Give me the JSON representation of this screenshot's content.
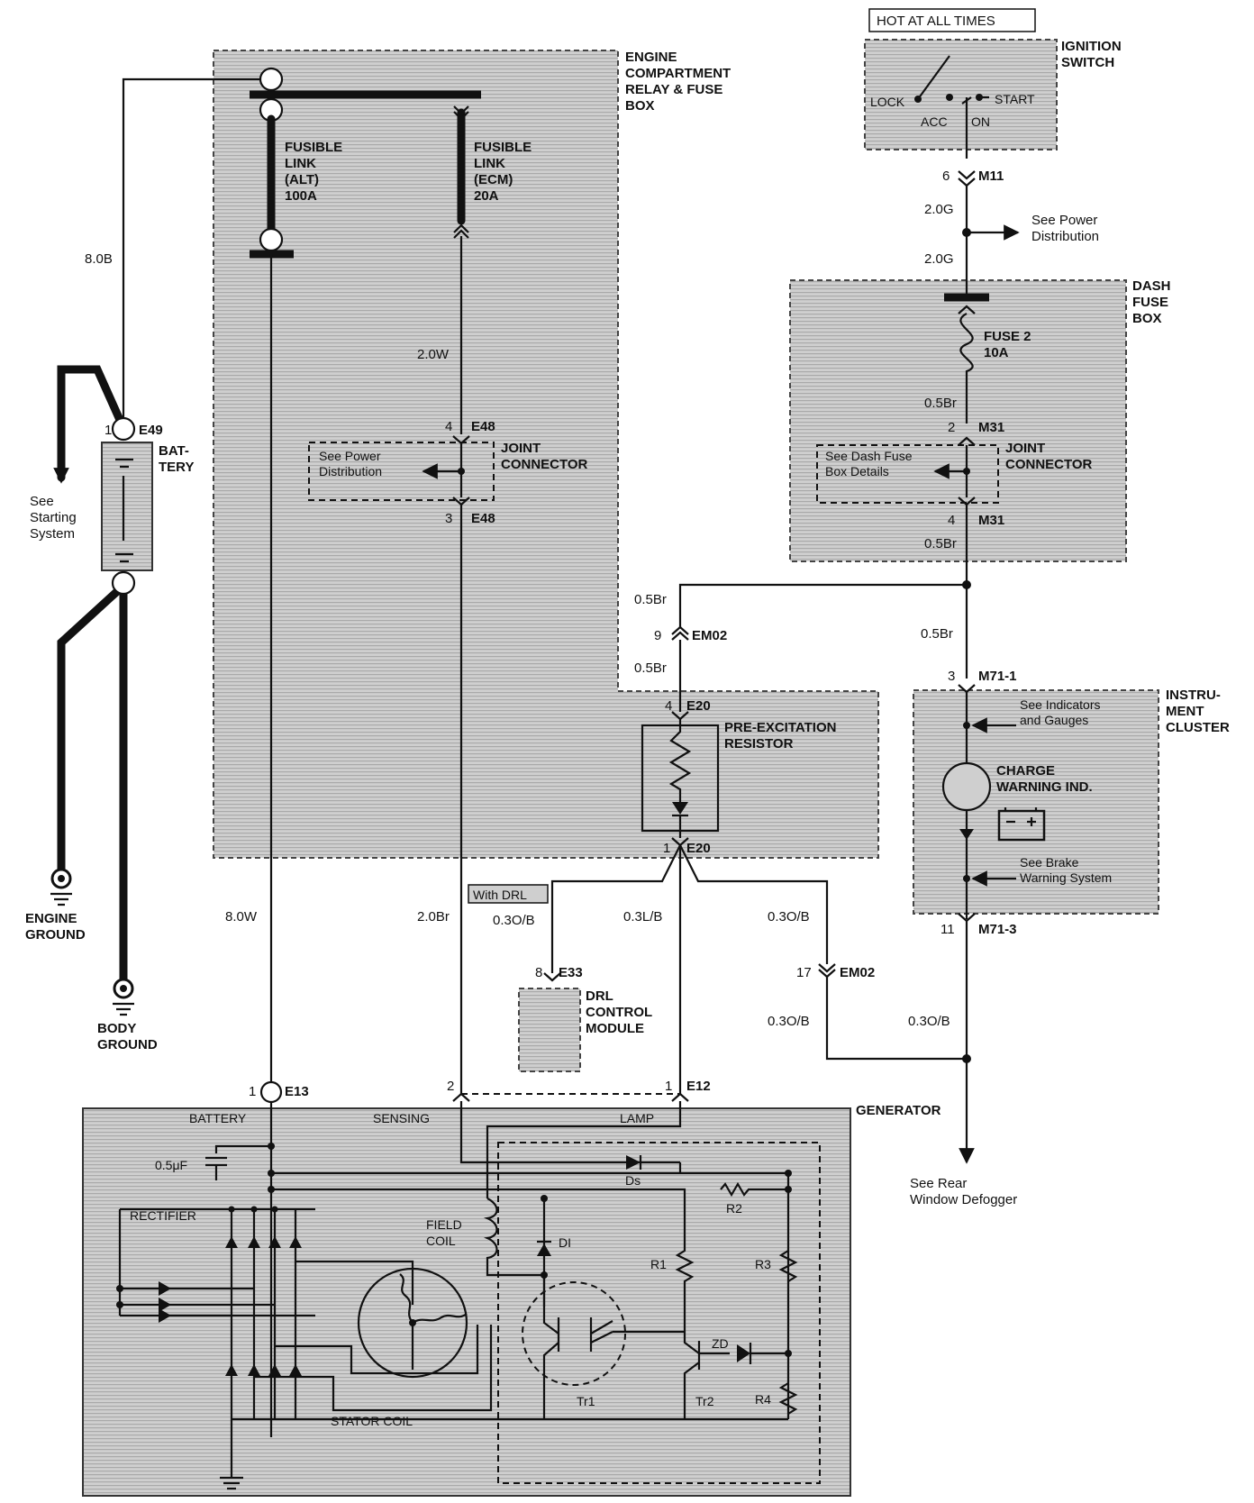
{
  "header": {
    "hot_at_all_times": "HOT AT ALL TIMES"
  },
  "ignition_switch": {
    "title_1": "IGNITION",
    "title_2": "SWITCH",
    "lock": "LOCK",
    "acc": "ACC",
    "on": "ON",
    "start": "START",
    "pin": "6",
    "connector": "M11"
  },
  "wires": {
    "w_20g_a": "2.0G",
    "w_20g_b": "2.0G",
    "w_80b": "8.0B",
    "w_20w": "2.0W",
    "w_80w": "8.0W",
    "w_20br": "2.0Br",
    "w_03ob_drl": "0.3O/B",
    "w_03lb": "0.3L/B",
    "w_03ob_a": "0.3O/B",
    "w_03ob_b": "0.3O/B",
    "w_03ob_c": "0.3O/B",
    "w_05br_fuse": "0.5Br",
    "w_05br_m31": "0.5Br",
    "w_05br_em02_top": "0.5Br",
    "w_05br_em02_bot": "0.5Br",
    "w_05br_cluster": "0.5Br"
  },
  "power_dist": {
    "label_1": "See Power",
    "label_2": "Distribution"
  },
  "engine_box": {
    "title_1": "ENGINE",
    "title_2": "COMPARTMENT",
    "title_3": "RELAY & FUSE",
    "title_4": "BOX",
    "fl_alt_1": "FUSIBLE",
    "fl_alt_2": "LINK",
    "fl_alt_3": "(ALT)",
    "fl_alt_4": "100A",
    "fl_ecm_1": "FUSIBLE",
    "fl_ecm_2": "LINK",
    "fl_ecm_3": "(ECM)",
    "fl_ecm_4": "20A"
  },
  "joint_left": {
    "pin_top": "4",
    "conn_top": "E48",
    "pin_bot": "3",
    "conn_bot": "E48",
    "see_1": "See Power",
    "see_2": "Distribution",
    "title_1": "JOINT",
    "title_2": "CONNECTOR"
  },
  "dash_fuse": {
    "title_1": "DASH",
    "title_2": "FUSE",
    "title_3": "BOX",
    "fuse_1": "FUSE 2",
    "fuse_2": "10A",
    "pin_top": "2",
    "conn_top": "M31",
    "pin_bot": "4",
    "conn_bot": "M31",
    "see_1": "See Dash Fuse",
    "see_2": "Box Details",
    "joint_1": "JOINT",
    "joint_2": "CONNECTOR"
  },
  "battery": {
    "pin": "1",
    "connector": "E49",
    "title_1": "BAT-",
    "title_2": "TERY",
    "see_1": "See",
    "see_2": "Starting",
    "see_3": "System"
  },
  "grounds": {
    "engine_1": "ENGINE",
    "engine_2": "GROUND",
    "body_1": "BODY",
    "body_2": "GROUND"
  },
  "em02_top": {
    "pin": "9",
    "connector": "EM02"
  },
  "em02_bot": {
    "pin": "17",
    "connector": "EM02"
  },
  "resistor": {
    "pin_top": "4",
    "conn_top": "E20",
    "pin_bot": "1",
    "conn_bot": "E20",
    "title_1": "PRE-EXCITATION",
    "title_2": "RESISTOR"
  },
  "drl": {
    "with_drl": "With DRL",
    "pin": "8",
    "connector": "E33",
    "title_1": "DRL",
    "title_2": "CONTROL",
    "title_3": "MODULE"
  },
  "cluster": {
    "pin_top": "3",
    "conn_top": "M71-1",
    "pin_bot": "11",
    "conn_bot": "M71-3",
    "title_1": "INSTRU-",
    "title_2": "MENT",
    "title_3": "CLUSTER",
    "see_ind_1": "See Indicators",
    "see_ind_2": "and Gauges",
    "charge_1": "CHARGE",
    "charge_2": "WARNING IND.",
    "brake_1": "See Brake",
    "brake_2": "Warning System"
  },
  "rear_defogger": {
    "label_1": "See Rear",
    "label_2": "Window Defogger"
  },
  "generator": {
    "title": "GENERATOR",
    "pin_bat": "1",
    "conn_bat": "E13",
    "pin_sense": "2",
    "pin_lamp": "1",
    "conn_lamp": "E12",
    "battery": "BATTERY",
    "sensing": "SENSING",
    "lamp": "LAMP",
    "cap": "0.5μF",
    "rectifier": "RECTIFIER",
    "field_1": "FIELD",
    "field_2": "COIL",
    "ds": "Ds",
    "di": "DI",
    "r1": "R1",
    "r2": "R2",
    "r3": "R3",
    "r4": "R4",
    "zd": "ZD",
    "tr1": "Tr1",
    "tr2": "Tr2",
    "stator": "STATOR COIL"
  }
}
